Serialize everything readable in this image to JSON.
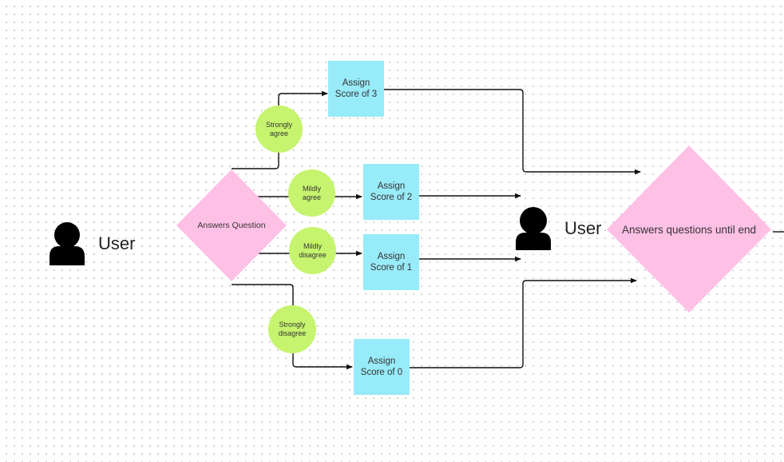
{
  "colors": {
    "box": "#98ebf9",
    "circle": "#c6f46e",
    "diamond": "#ffc0e6",
    "line": "#111111",
    "icon": "#000000"
  },
  "actors": {
    "left_user": {
      "icon": "user-icon",
      "label": "User"
    },
    "right_user": {
      "icon": "user-icon",
      "label": "User"
    }
  },
  "decisions": {
    "answers_question": "Answers Question",
    "answers_until_end": "Answers questions until end"
  },
  "options": {
    "strongly_agree": [
      "Strongly",
      "agree"
    ],
    "mildly_agree": [
      "Mildly",
      "agree"
    ],
    "mildly_disagree": [
      "Mildly",
      "disagree"
    ],
    "strongly_disagree": [
      "Strongly",
      "disagree"
    ]
  },
  "scores": {
    "score_3": [
      "Assign",
      "Score of 3"
    ],
    "score_2": [
      "Assign",
      "Score of 2"
    ],
    "score_1": [
      "Assign",
      "Score of 1"
    ],
    "score_0": [
      "Assign",
      "Score of 0"
    ]
  }
}
